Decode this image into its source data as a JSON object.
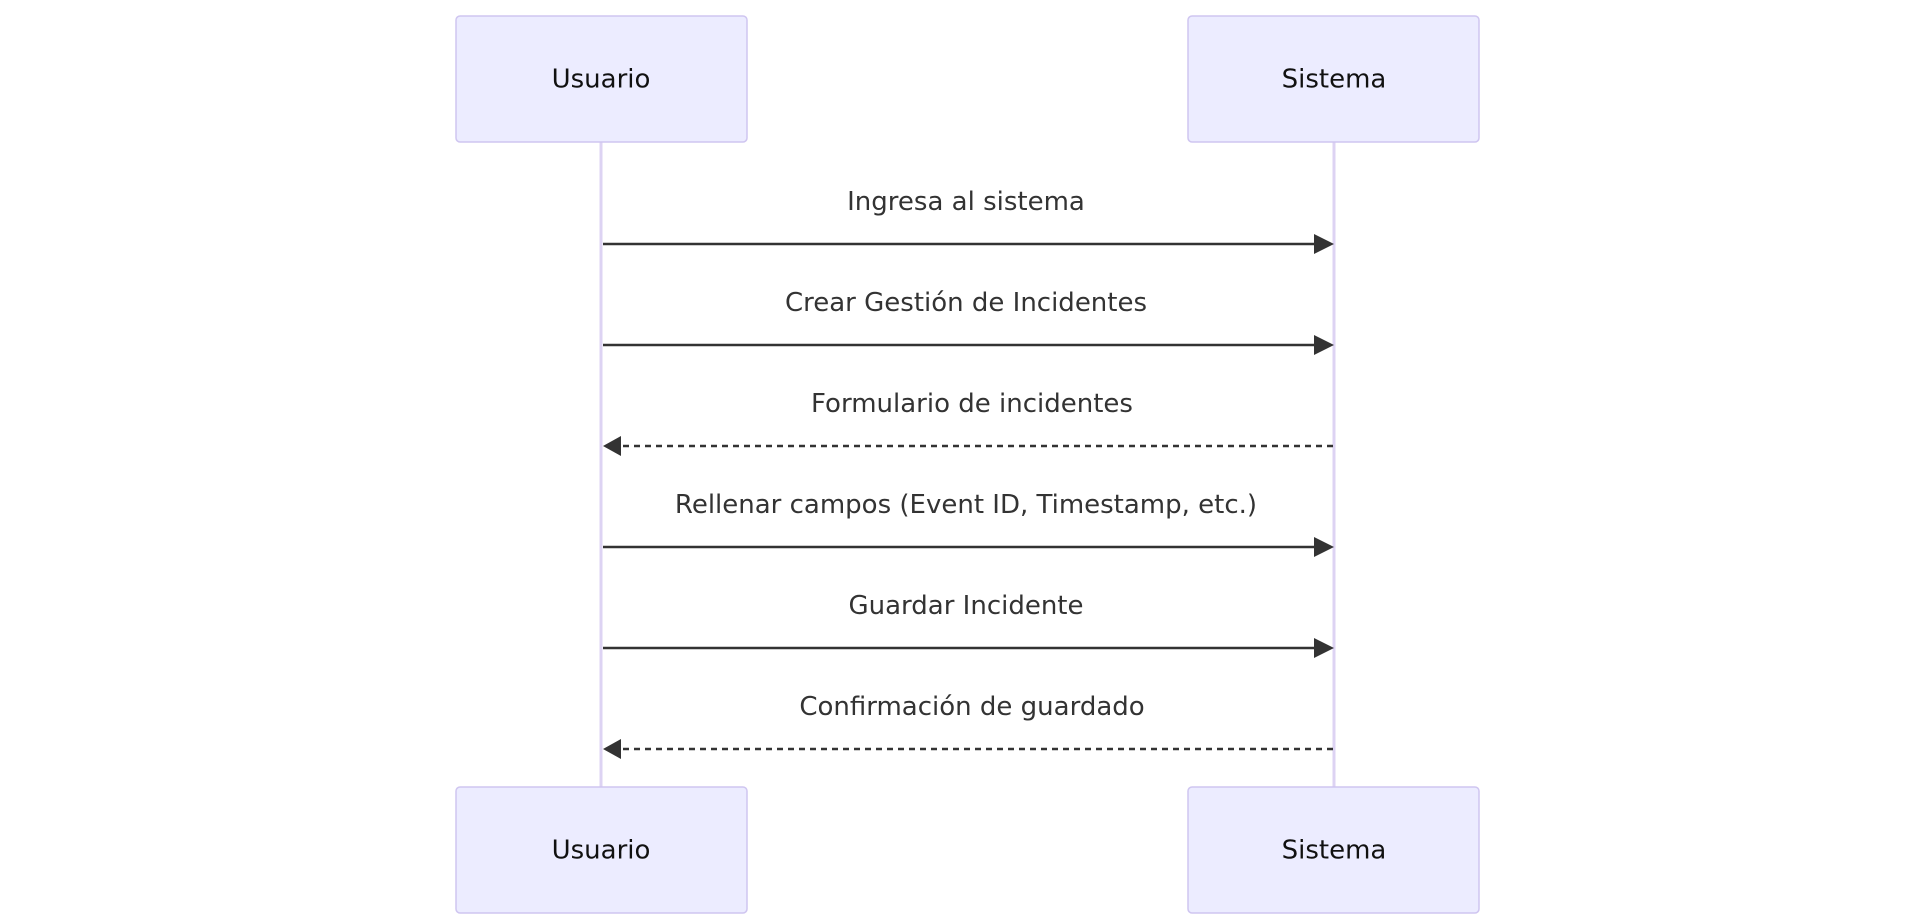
{
  "actors": [
    {
      "id": "usuario",
      "label": "Usuario"
    },
    {
      "id": "sistema",
      "label": "Sistema"
    }
  ],
  "messages": [
    {
      "from": "usuario",
      "to": "sistema",
      "label": "Ingresa al sistema",
      "style": "solid"
    },
    {
      "from": "usuario",
      "to": "sistema",
      "label": "Crear Gestión de Incidentes",
      "style": "solid"
    },
    {
      "from": "sistema",
      "to": "usuario",
      "label": "Formulario de incidentes",
      "style": "dashed"
    },
    {
      "from": "usuario",
      "to": "sistema",
      "label": "Rellenar campos (Event ID, Timestamp, etc.)",
      "style": "solid"
    },
    {
      "from": "usuario",
      "to": "sistema",
      "label": "Guardar Incidente",
      "style": "solid"
    },
    {
      "from": "sistema",
      "to": "usuario",
      "label": "Confirmación de guardado",
      "style": "dashed"
    }
  ]
}
